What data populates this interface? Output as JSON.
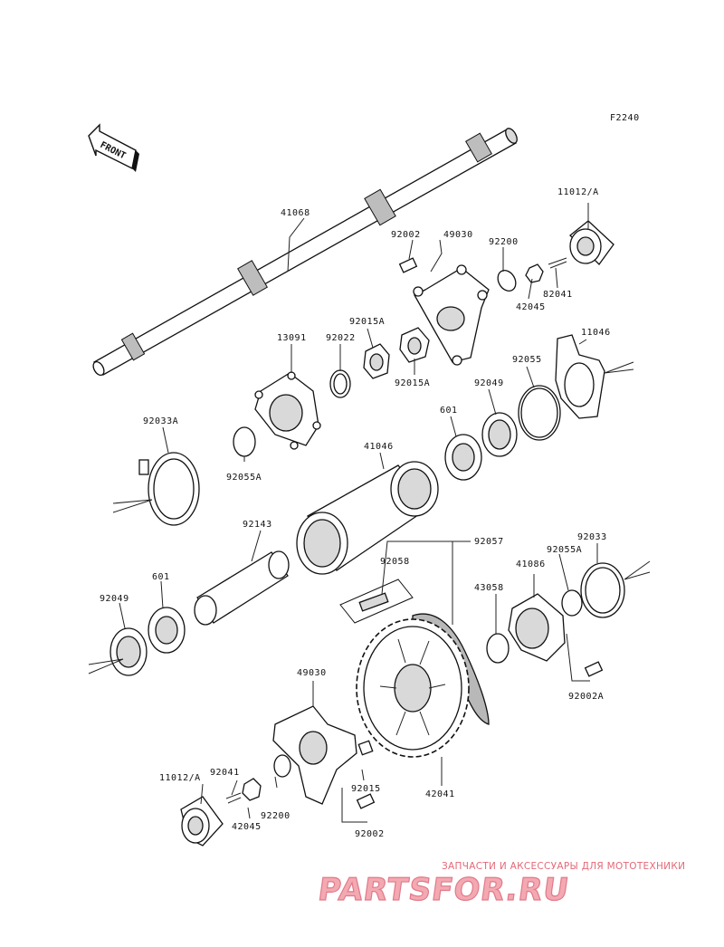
{
  "figure_code": "F2240",
  "front_label": "FRONT",
  "parts": [
    {
      "key": "p41068",
      "label": "41068"
    },
    {
      "key": "p11012a_top",
      "label": "11012/A"
    },
    {
      "key": "p92002_top",
      "label": "92002"
    },
    {
      "key": "p49030_top",
      "label": "49030"
    },
    {
      "key": "p92200_top",
      "label": "92200"
    },
    {
      "key": "p82041_top",
      "label": "82041"
    },
    {
      "key": "p42045_top",
      "label": "42045"
    },
    {
      "key": "p92015a_1",
      "label": "92015A"
    },
    {
      "key": "p13091",
      "label": "13091"
    },
    {
      "key": "p92022",
      "label": "92022"
    },
    {
      "key": "p92015a_2",
      "label": "92015A"
    },
    {
      "key": "p11046",
      "label": "11046"
    },
    {
      "key": "p92055",
      "label": "92055"
    },
    {
      "key": "p92049_top",
      "label": "92049"
    },
    {
      "key": "p92033a",
      "label": "92033A"
    },
    {
      "key": "p601_top",
      "label": "601"
    },
    {
      "key": "p41046",
      "label": "41046"
    },
    {
      "key": "p92055a_left",
      "label": "92055A"
    },
    {
      "key": "p92143",
      "label": "92143"
    },
    {
      "key": "p92057",
      "label": "92057"
    },
    {
      "key": "p92058",
      "label": "92058"
    },
    {
      "key": "p92033",
      "label": "92033"
    },
    {
      "key": "p92055a_right",
      "label": "92055A"
    },
    {
      "key": "p41086",
      "label": "41086"
    },
    {
      "key": "p43058",
      "label": "43058"
    },
    {
      "key": "p601_bottom",
      "label": "601"
    },
    {
      "key": "p92049_bottom",
      "label": "92049"
    },
    {
      "key": "p92002a",
      "label": "92002A"
    },
    {
      "key": "p49030_bottom",
      "label": "49030"
    },
    {
      "key": "p11012a_bottom",
      "label": "11012/A"
    },
    {
      "key": "p92041",
      "label": "92041"
    },
    {
      "key": "p92200_bottom",
      "label": "92200"
    },
    {
      "key": "p42045_bottom",
      "label": "42045"
    },
    {
      "key": "p92015",
      "label": "92015"
    },
    {
      "key": "p92002_bottom",
      "label": "92002"
    },
    {
      "key": "p42041",
      "label": "42041"
    }
  ],
  "watermark": {
    "tagline": "ЗАПЧАСТИ И АКСЕССУАРЫ ДЛЯ МОТОТЕХНИКИ",
    "brand": "PARTSFOR.RU"
  }
}
